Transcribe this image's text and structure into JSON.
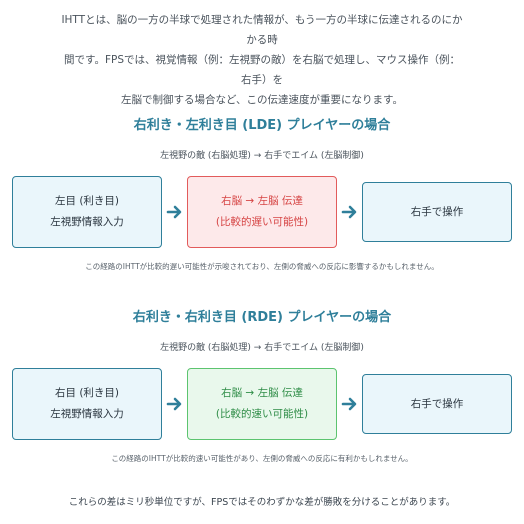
{
  "intro": {
    "line1": "IHTTとは、脳の一方の半球で処理された情報が、もう一方の半球に伝達されるのにかかる時",
    "line2": "間です。FPSでは、視覚情報（例：左視野の敵）を右脳で処理し、マウス操作（例：右手）を",
    "line3": "左脳で制御する場合など、この伝達速度が重要になります。"
  },
  "section1": {
    "title": "右利き・左利き目 (LDE) プレイヤーの場合",
    "subtitle": "左視野の敵 (右脳処理) → 右手でエイム (左脳制御)",
    "box1": {
      "line1": "左目 (利き目)",
      "line2": "左視野情報入力"
    },
    "box2": {
      "line1": "右脳 → 左脳 伝達",
      "line2": "(比較的遅い可能性)"
    },
    "box3": {
      "line1": "右手で操作"
    },
    "note": "この経路のIHTTが比較的遅い可能性が示唆されており、左側の脅威への反応に影響するかもしれません。"
  },
  "section2": {
    "title": "右利き・右利き目 (RDE) プレイヤーの場合",
    "subtitle": "左視野の敵 (右脳処理) → 右手でエイム (左脳制御)",
    "box1": {
      "line1": "右目 (利き目)",
      "line2": "左視野情報入力"
    },
    "box2": {
      "line1": "右脳 → 左脳 伝達",
      "line2": "(比較的速い可能性)"
    },
    "box3": {
      "line1": "右手で操作"
    },
    "note": "この経路のIHTTが比較的速い可能性があり、左側の脅威への反応に有利かもしれません。"
  },
  "footer": "これらの差はミリ秒単位ですが、FPSではそのわずかな差が勝敗を分けることがあります。",
  "colors": {
    "accent": "#2f7f9a",
    "slow": "#e25b5b",
    "fast": "#5cc46f"
  }
}
